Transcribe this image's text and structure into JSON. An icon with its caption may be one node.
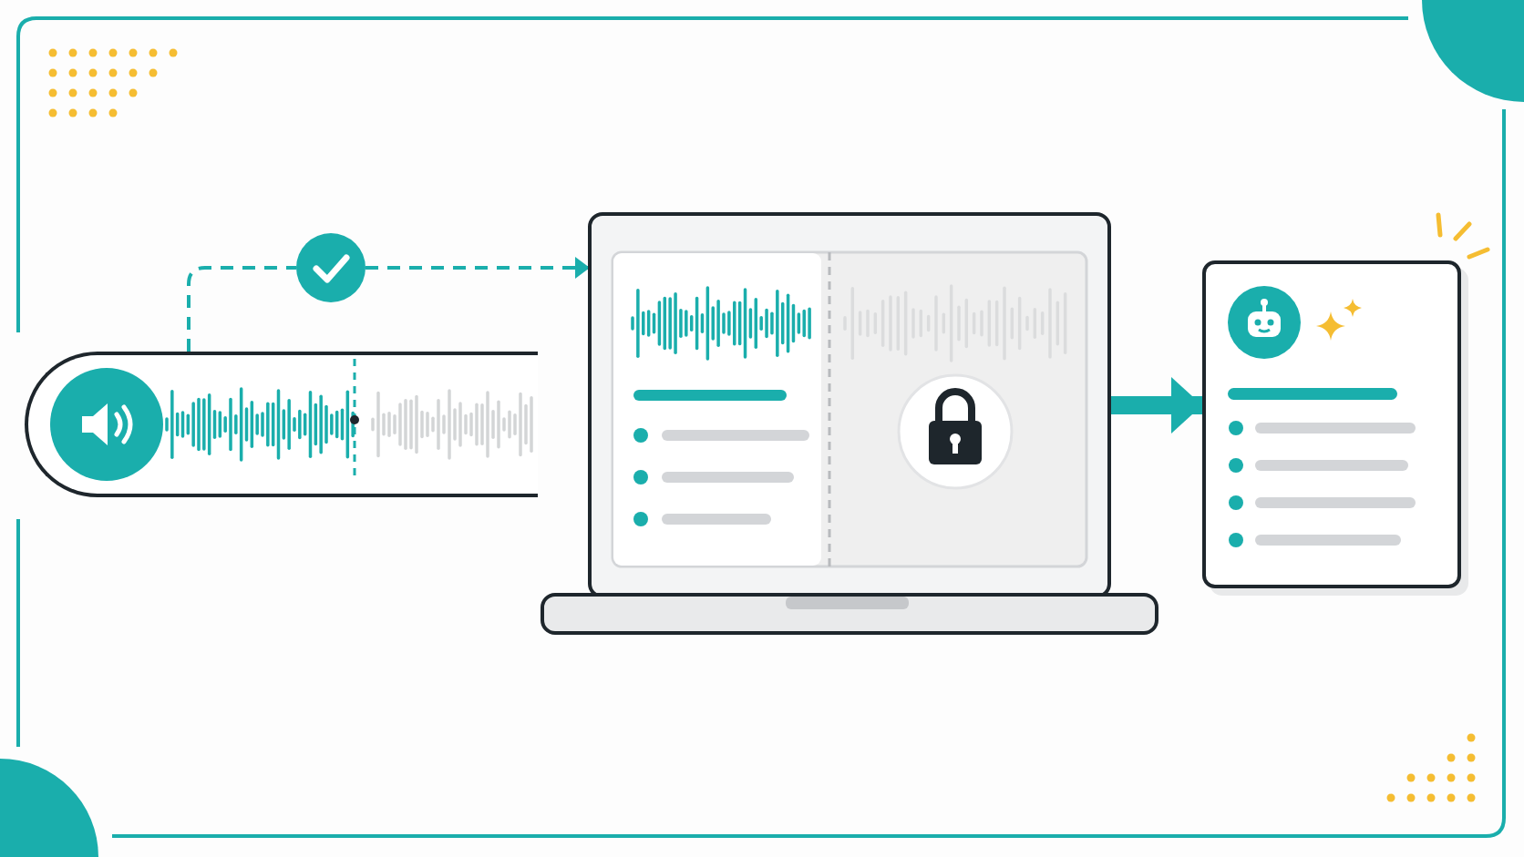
{
  "diagram": {
    "nodes": [
      {
        "text": [],
        "shape": "bar"
      },
      {
        "text": [],
        "shape": "circle"
      },
      {
        "text": [],
        "shape": "picture"
      },
      {
        "text": [],
        "shape": "box"
      }
    ],
    "edges": [
      {
        "from": 0,
        "to": 1,
        "arrow": "none",
        "style": "dashed"
      },
      {
        "from": 1,
        "to": 2,
        "arrow": "to",
        "style": "dashed"
      },
      {
        "from": 2,
        "to": 3,
        "arrow": "to",
        "style": "thick"
      }
    ]
  }
}
